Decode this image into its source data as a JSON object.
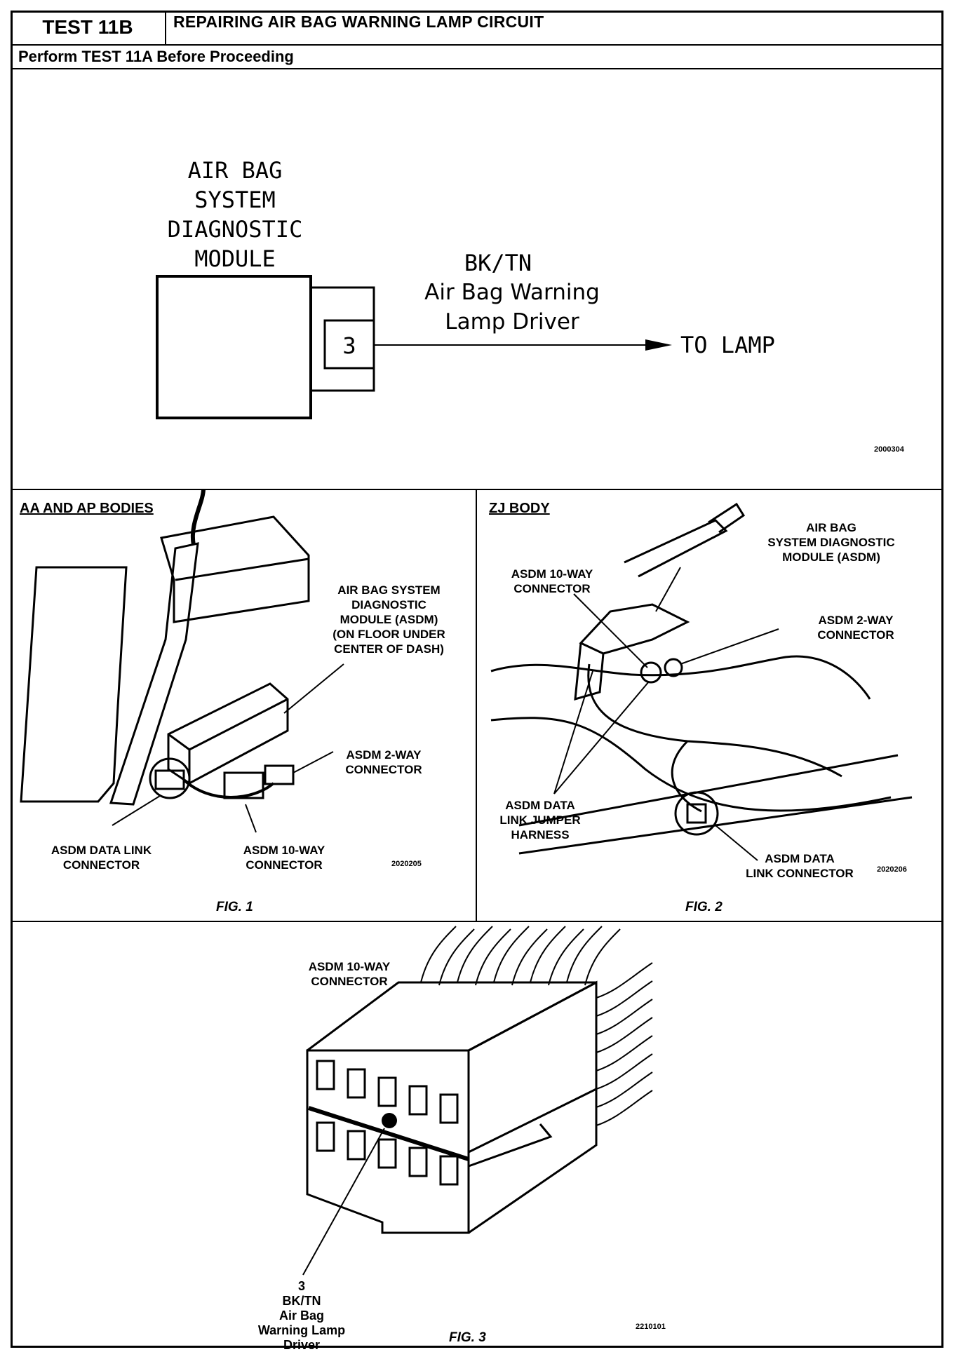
{
  "header": {
    "test_id": "TEST 11B",
    "title": "REPAIRING AIR BAG WARNING LAMP CIRCUIT",
    "subtitle": "Perform TEST 11A Before Proceeding"
  },
  "schematic": {
    "module_label": [
      "AIR BAG",
      "SYSTEM",
      "DIAGNOSTIC",
      "MODULE"
    ],
    "pin": "3",
    "wire_color": "BK/TN",
    "wire_desc": [
      "Air Bag Warning",
      "Lamp Driver"
    ],
    "to": "TO LAMP",
    "code": "2000304"
  },
  "fig1": {
    "heading": "AA AND AP BODIES",
    "module": [
      "AIR BAG SYSTEM",
      "DIAGNOSTIC",
      "MODULE (ASDM)",
      "(ON FLOOR UNDER",
      "CENTER OF DASH)"
    ],
    "two_way": [
      "ASDM 2-WAY",
      "CONNECTOR"
    ],
    "data_link": [
      "ASDM DATA LINK",
      "CONNECTOR"
    ],
    "ten_way": [
      "ASDM 10-WAY",
      "CONNECTOR"
    ],
    "code": "2020205",
    "caption": "FIG. 1"
  },
  "fig2": {
    "heading": "ZJ BODY",
    "module": [
      "AIR BAG",
      "SYSTEM DIAGNOSTIC",
      "MODULE (ASDM)"
    ],
    "ten_way": [
      "ASDM 10-WAY",
      "CONNECTOR"
    ],
    "two_way": [
      "ASDM 2-WAY",
      "CONNECTOR"
    ],
    "jumper": [
      "ASDM DATA",
      "LINK JUMPER",
      "HARNESS"
    ],
    "data_link": [
      "ASDM DATA",
      "LINK CONNECTOR"
    ],
    "code": "2020206",
    "caption": "FIG. 2"
  },
  "fig3": {
    "connector": [
      "ASDM 10-WAY",
      "CONNECTOR"
    ],
    "pin_callout": [
      "3",
      "BK/TN",
      "Air Bag",
      "Warning Lamp",
      "Driver"
    ],
    "code": "2210101",
    "caption": "FIG. 3"
  }
}
